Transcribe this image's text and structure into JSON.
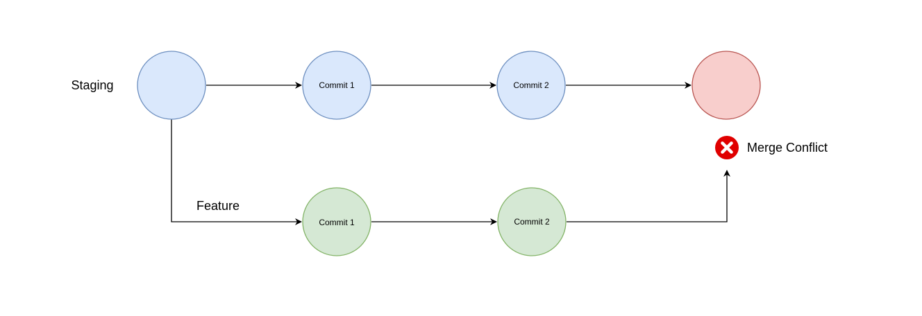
{
  "branches": {
    "staging": {
      "label": "Staging",
      "fill": "#dae8fc",
      "stroke": "#6c8ebf",
      "commits": [
        "Commit 1",
        "Commit 2"
      ]
    },
    "feature": {
      "label": "Feature",
      "fill": "#d5e8d4",
      "stroke": "#82b366",
      "commits": [
        "Commit 1",
        "Commit 2"
      ]
    }
  },
  "merge_node": {
    "fill": "#f8cecc",
    "stroke": "#b85450"
  },
  "conflict": {
    "label": "Merge Conflict",
    "color": "#990000",
    "icon": "error-x-icon",
    "icon_color": "#e00000"
  },
  "edge_color": "#000000"
}
